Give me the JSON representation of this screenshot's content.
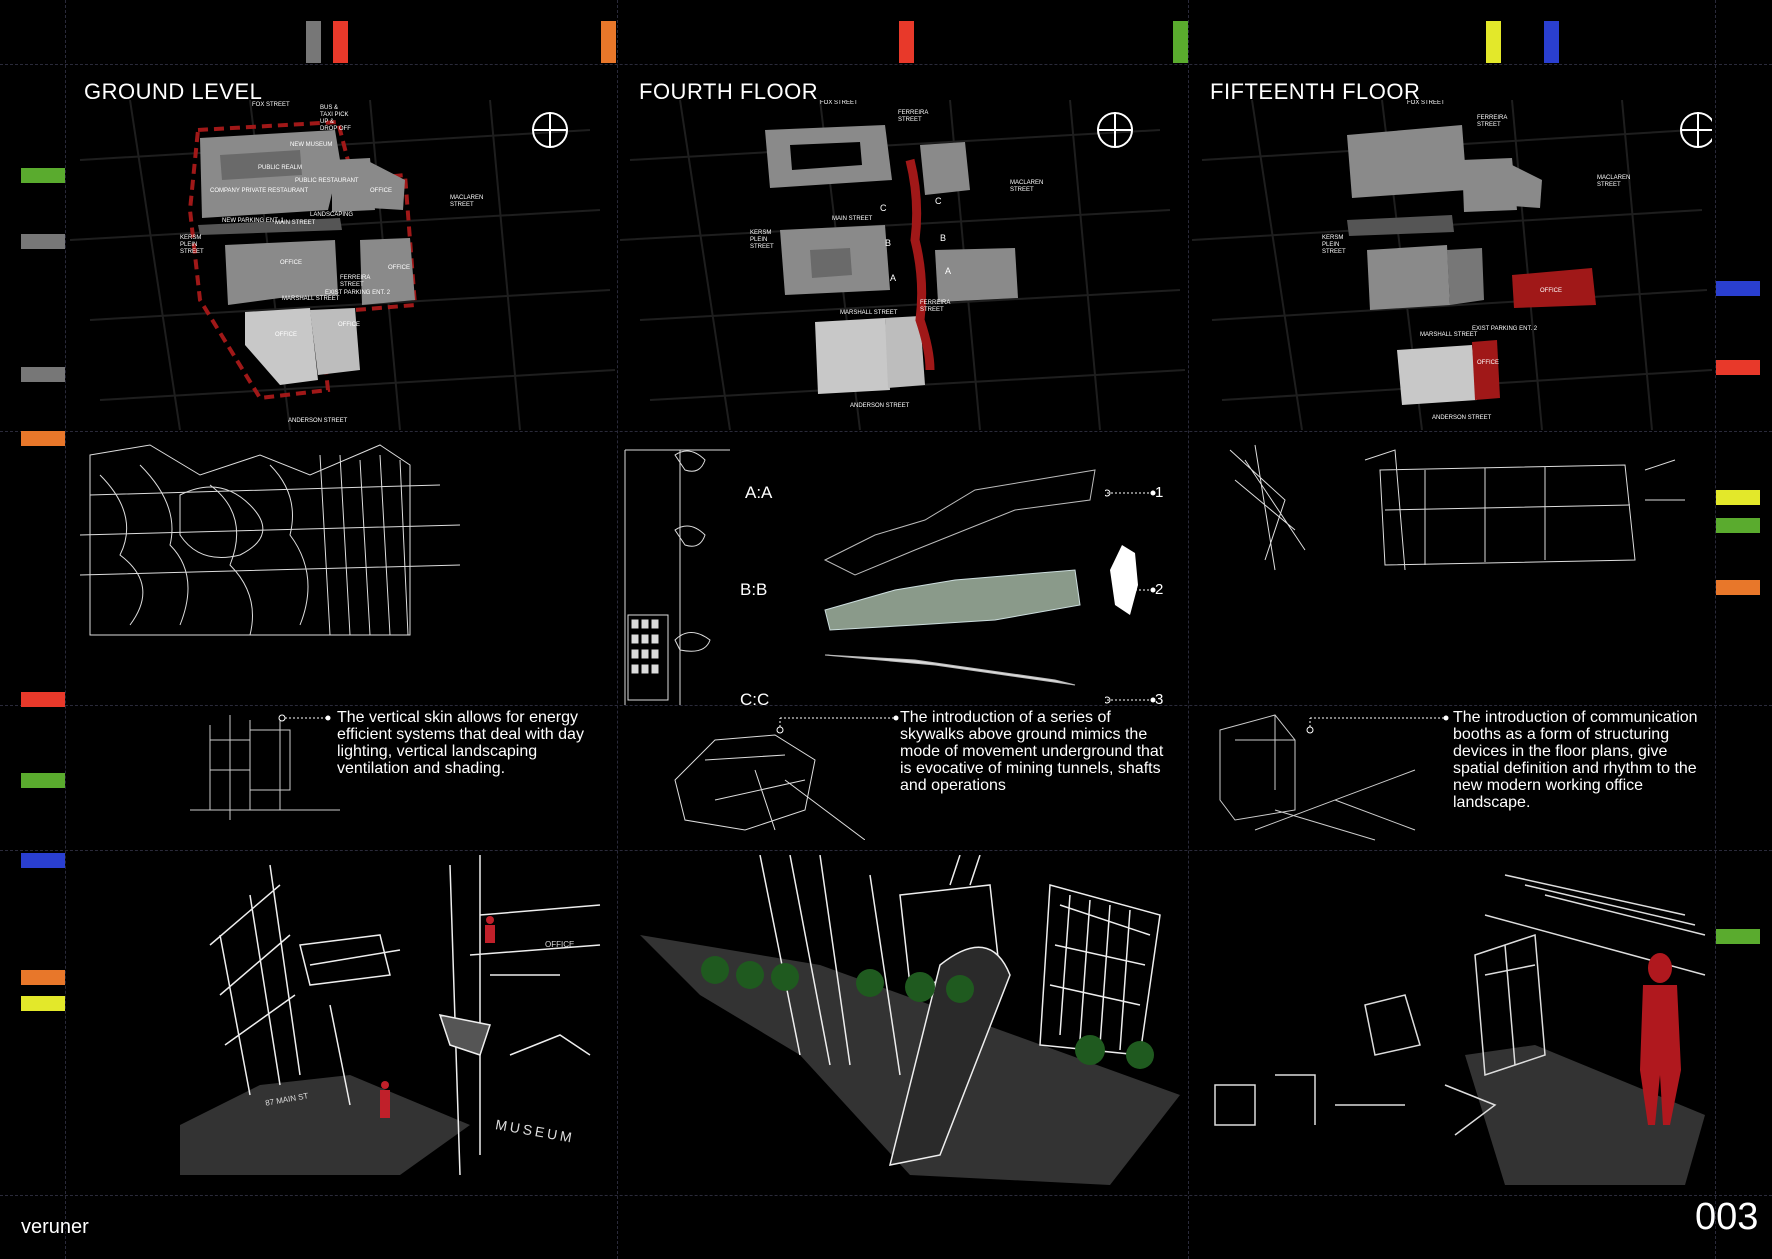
{
  "colors": {
    "background": "#000000",
    "grid": "#2a2a3a",
    "red": "#e8392a",
    "orange": "#e8772a",
    "green": "#5aab2e",
    "grey": "#777777",
    "yellow": "#e3e82a",
    "blue": "#2a3fd0",
    "building_grey": "#8a8a8a",
    "building_light": "#c8c8c8",
    "skywalk_red": "#a01818"
  },
  "columns": [
    {
      "title": "GROUND LEVEL"
    },
    {
      "title": "FOURTH FLOOR"
    },
    {
      "title": "FIFTEENTH FLOOR"
    }
  ],
  "plans": {
    "ground": {
      "labels": [
        "FOX STREET",
        "NEW MUSEUM",
        "PUBLIC REALM",
        "PUBLIC RESTAURANT",
        "COMPANY PRIVATE RESTAURANT",
        "OFFICE",
        "NEW PARKING ENT. 1",
        "MAIN STREET",
        "LANDSCAPING",
        "OFFICE",
        "OFFICE",
        "MARSHALL STREET",
        "EXIST PARKING ENT. 2",
        "OFFICE",
        "OFFICE",
        "ANDERSON STREET",
        "FERREIRA STREET",
        "MACLAREN STREET",
        "BUS & TAXI PICK UP & DROP OFF",
        "KERSM PLEIN STREET"
      ]
    },
    "fourth": {
      "labels": [
        "FOX STREET",
        "FERREIRA STREET",
        "MAIN STREET",
        "C",
        "C",
        "B",
        "B",
        "A",
        "A",
        "MARSHALL STREET",
        "ANDERSON STREET",
        "MACLAREN STREET",
        "KERSM PLEIN STREET",
        "FERREIRA STREET"
      ]
    },
    "fifteenth": {
      "labels": [
        "FOX STREET",
        "FERREIRA STREET",
        "MACLAREN STREET",
        "KERSM PLEIN STREET",
        "OFFICE",
        "MARSHALL STREET",
        "EXIST PARKING ENT. 2",
        "OFFICE",
        "ANDERSON STREET"
      ]
    }
  },
  "sections": {
    "aa": "A:A",
    "bb": "B:B",
    "cc": "C:C",
    "callouts": [
      "1",
      "2",
      "3"
    ]
  },
  "descriptions": {
    "ground": "The vertical skin allows for energy efficient systems that deal with day lighting, vertical landscaping ventilation and shading.",
    "fourth": "The introduction of a series of skywalks above ground mimics the mode of movement underground that is evocative of mining tunnels, shafts and operations",
    "fifteenth": "The introduction of communication booths as a form of  structuring devices in the floor plans, give spatial definition and rhythm to the new modern working office landscape."
  },
  "sketch_labels": {
    "office": "OFFICE",
    "main_st": "87 MAIN ST",
    "museum": "MUSEUM"
  },
  "footer": {
    "credit": "veruner",
    "page": "003"
  }
}
